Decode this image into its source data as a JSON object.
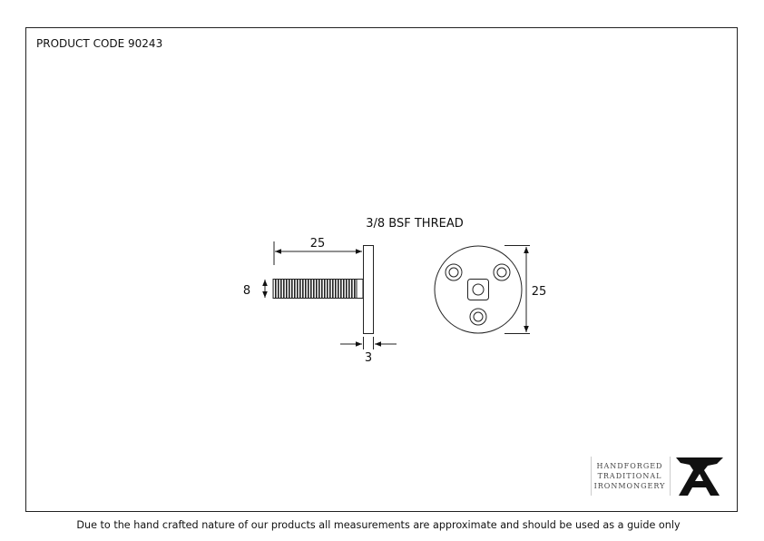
{
  "header": {
    "product_code": "PRODUCT CODE 90243"
  },
  "drawing": {
    "thread_label": "3/8 BSF THREAD",
    "side_view": {
      "length": "25",
      "diameter": "8",
      "plate_thickness": "3"
    },
    "front_view": {
      "diameter": "25"
    }
  },
  "logo": {
    "line1": "HANDFORGED",
    "line2": "TRADITIONAL",
    "line3": "IRONMONGERY"
  },
  "footer": {
    "disclaimer": "Due to the hand crafted nature of our products all measurements are approximate and should be used as a guide only"
  }
}
